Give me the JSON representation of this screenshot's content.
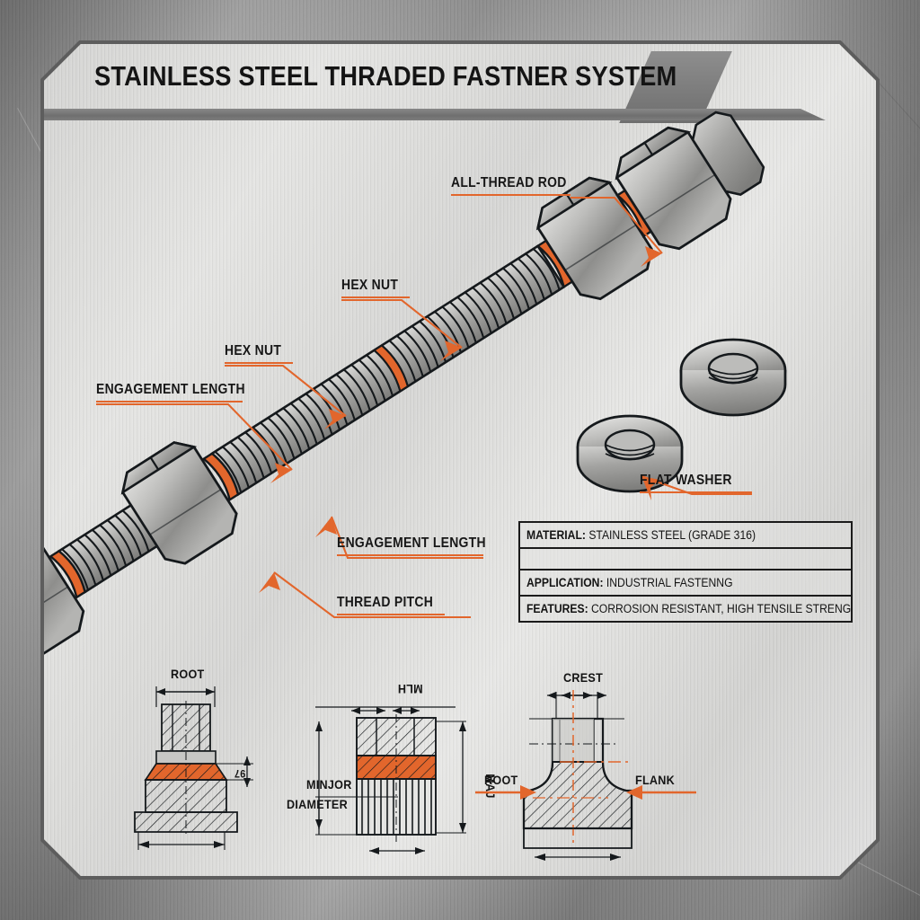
{
  "poster": {
    "title": "STAINLESS STEEL THRADED FASTNER SYSTEM",
    "accent_color": "#e2662c",
    "ink_color": "#141414",
    "panel_color": "#dcdcda",
    "metal_color": "#9c9c9c"
  },
  "callouts": [
    {
      "id": "all-thread-rod",
      "label": "ALL-THREAD ROD"
    },
    {
      "id": "hex-nut-upper",
      "label": "HEX NUT"
    },
    {
      "id": "hex-nut-lower",
      "label": "HEX NUT"
    },
    {
      "id": "engagement-length-left",
      "label": "ENGAGEMENT LENGTH"
    },
    {
      "id": "engagement-length-mid",
      "label": "ENGAGEMENT LENGTH"
    },
    {
      "id": "thread-pitch",
      "label": "THREAD PITCH"
    },
    {
      "id": "flat-washer",
      "label": "FLAT WASHER"
    }
  ],
  "spec_table": {
    "rows": [
      {
        "key": "MATERIAL:",
        "value": "STAINLESS STEEL (GRADE 316)"
      },
      {
        "key": "",
        "value": ""
      },
      {
        "key": "APPLICATION:",
        "value": "INDUSTRIAL FASTENNG"
      },
      {
        "key": "FEATURES:",
        "value": "CORROSION RESISTANT, HIGH TENSILE STRENGTH"
      }
    ]
  },
  "details": {
    "left": {
      "title": "ROOT",
      "dim_vertical": "97"
    },
    "center": {
      "title": "MLH",
      "label_left_line1": "MINJOR",
      "label_left_line2": "DIAMETER",
      "dim_right": "MAJ"
    },
    "right": {
      "title": "CREST",
      "label_left": "ROOT",
      "label_right": "FLANK"
    }
  }
}
